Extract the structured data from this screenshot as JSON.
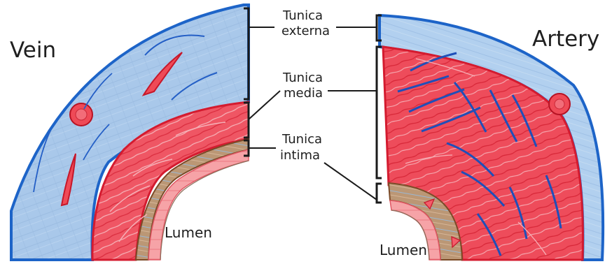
{
  "labels": {
    "vein": "Vein",
    "artery": "Artery",
    "tunica_externa_line1": "Tunica",
    "tunica_externa_line2": "externa",
    "tunica_media_line1": "Tunica",
    "tunica_media_line2": "media",
    "tunica_intima_line1": "Tunica",
    "tunica_intima_line2": "intima",
    "lumen_vein": "Lumen",
    "lumen_artery": "Lumen"
  },
  "colors": {
    "externa_fill": "#a9c8ea",
    "externa_stroke": "#1d64c8",
    "media_fill": "#ee4a58",
    "media_stroke": "#d41b2f",
    "intima_fill": "#b99573",
    "intima_stroke": "#7b4b28",
    "endothelium_fill": "#f7a6a9",
    "line_color": "#1a1a1a"
  }
}
